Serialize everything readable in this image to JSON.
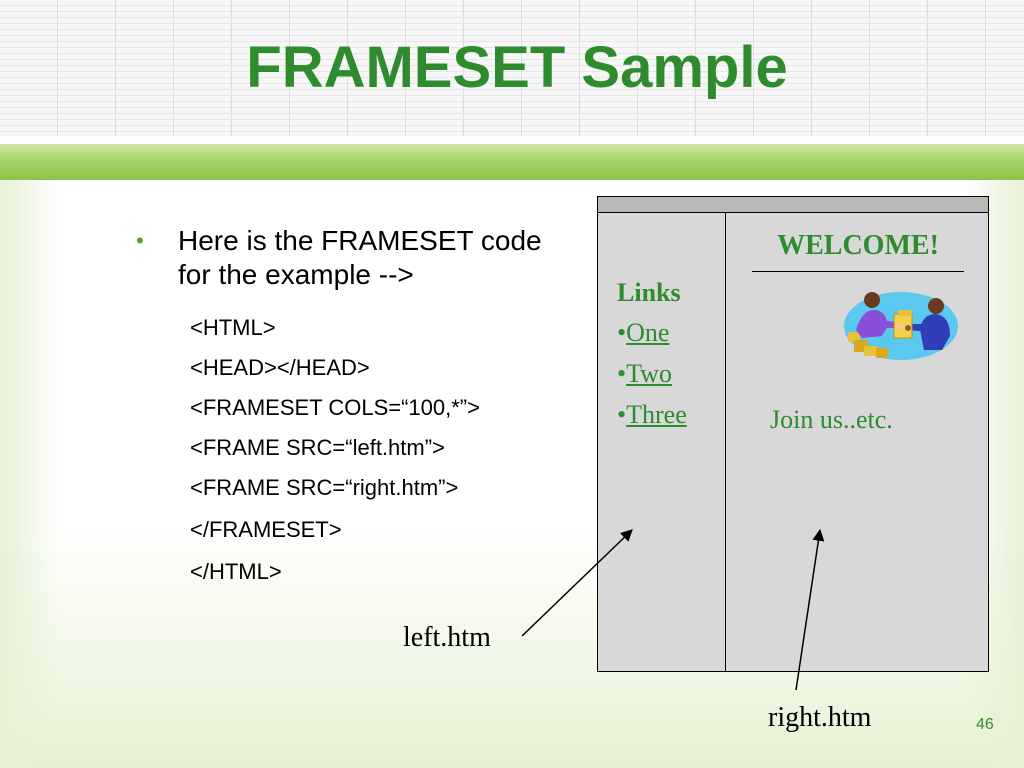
{
  "slide": {
    "title": "FRAMESET Sample",
    "bullet": "Here is the FRAMESET code for the  example -->",
    "code_lines": [
      "<HTML>",
      "<HEAD></HEAD>",
      "<FRAMESET COLS=“100,*”>",
      "<FRAME SRC=“left.htm”>",
      "<FRAME SRC=“right.htm”>",
      "</FRAMESET>",
      "</HTML>"
    ],
    "page_number": "46"
  },
  "frame_demo": {
    "left": {
      "heading": "Links",
      "bullet_char": "•",
      "links": [
        "One",
        "Two",
        "Three"
      ]
    },
    "right": {
      "welcome": "WELCOME!",
      "body": "Join us..etc.",
      "clipart": "business-handshake-clipart-icon"
    }
  },
  "callouts": {
    "left_label": "left.htm",
    "right_label": "right.htm"
  },
  "colors": {
    "title_green": "#2e8b2e",
    "band_green": "#8cc24a",
    "frame_gray": "#d8d8d8"
  }
}
